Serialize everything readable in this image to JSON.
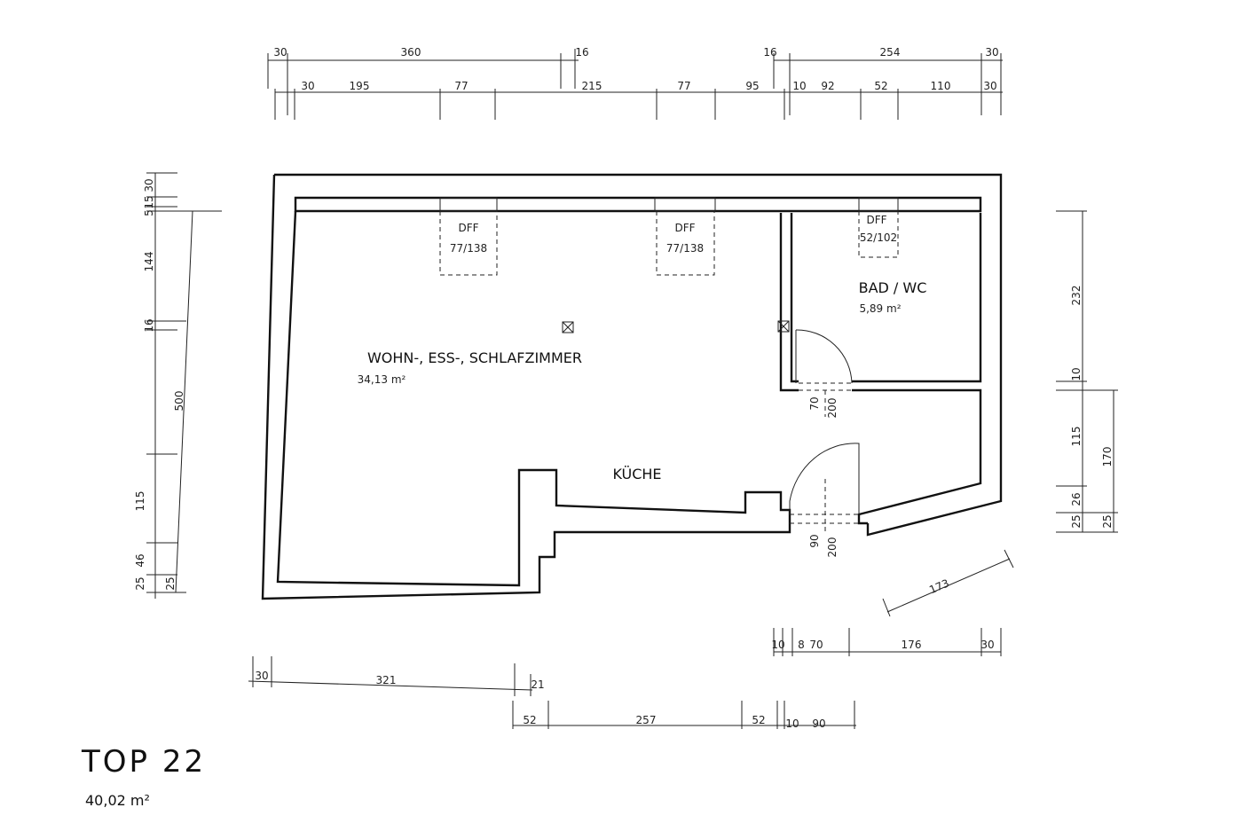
{
  "plan": {
    "title": "TOP 22",
    "total_area": "40,02 m²",
    "rooms": [
      {
        "name": "WOHN-, ESS-, SCHLAFZIMMER",
        "area": "34,13 m²"
      },
      {
        "name": "BAD / WC",
        "area": "5,89 m²"
      },
      {
        "name": "KÜCHE"
      }
    ],
    "windows": [
      {
        "type": "DFF",
        "size": "77/138"
      },
      {
        "type": "DFF",
        "size": "77/138"
      },
      {
        "type": "DFF",
        "size": "52/102"
      }
    ],
    "dims_top_1": [
      "30",
      "360",
      "16",
      "16",
      "254",
      "30"
    ],
    "dims_top_2": [
      "30",
      "195",
      "77",
      "215",
      "77",
      "95",
      "10",
      "92",
      "52",
      "110",
      "30"
    ],
    "dims_left": [
      "30",
      "15",
      "5",
      "144",
      "16",
      "500",
      "115",
      "46",
      "25",
      "25"
    ],
    "dims_right": [
      "232",
      "10",
      "115",
      "26",
      "25",
      "170",
      "25"
    ],
    "dims_bottom_right": [
      "173",
      "10",
      "8",
      "70",
      "176",
      "30"
    ],
    "dims_bottom_1": [
      "30",
      "321",
      "21"
    ],
    "dims_bottom_2": [
      "52",
      "257",
      "52",
      "10",
      "90"
    ],
    "door_dims": [
      "70",
      "200",
      "90",
      "200"
    ]
  }
}
